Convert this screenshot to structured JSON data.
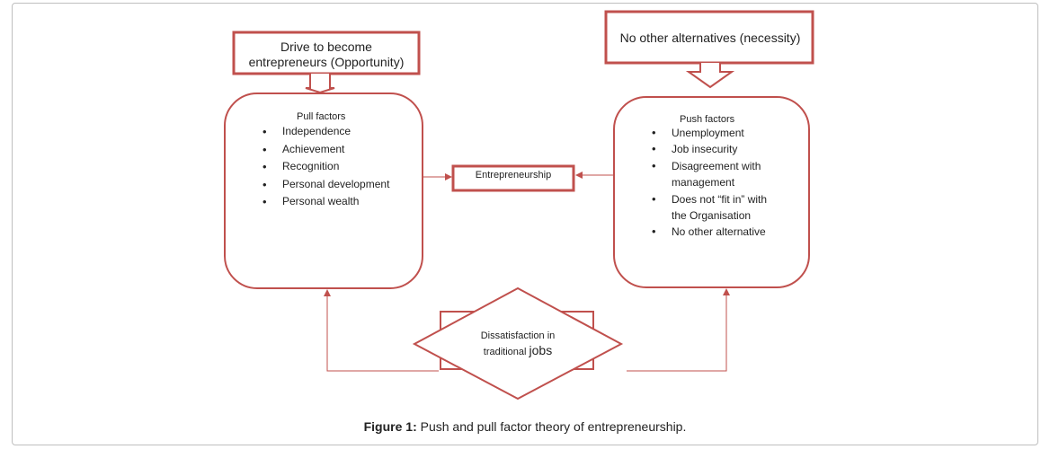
{
  "drive_box": {
    "line1": "Drive to become",
    "line2": "entrepreneurs (Opportunity)"
  },
  "necessity_box": {
    "text": "No other alternatives (necessity)"
  },
  "pull_factors": {
    "title": "Pull factors",
    "items": [
      "Independence",
      "Achievement",
      "Recognition",
      "Personal development",
      "Personal wealth"
    ]
  },
  "push_factors": {
    "title": "Push factors",
    "items": [
      "Unemployment",
      "Job insecurity",
      "Disagreement with",
      "management",
      "Does not “fit in” with",
      "the Organisation",
      "No other alternative"
    ]
  },
  "center_box": {
    "text": "Entrepreneurship"
  },
  "diamond": {
    "line1": "Dissatisfaction in",
    "line2a": "traditional ",
    "line2b": "jobs"
  },
  "caption": {
    "label": "Figure 1:",
    "text": " Push and pull factor theory of entrepreneurship."
  },
  "colors": {
    "accent": "#c0504d",
    "text": "#222222",
    "frame": "#bfbfbf"
  }
}
